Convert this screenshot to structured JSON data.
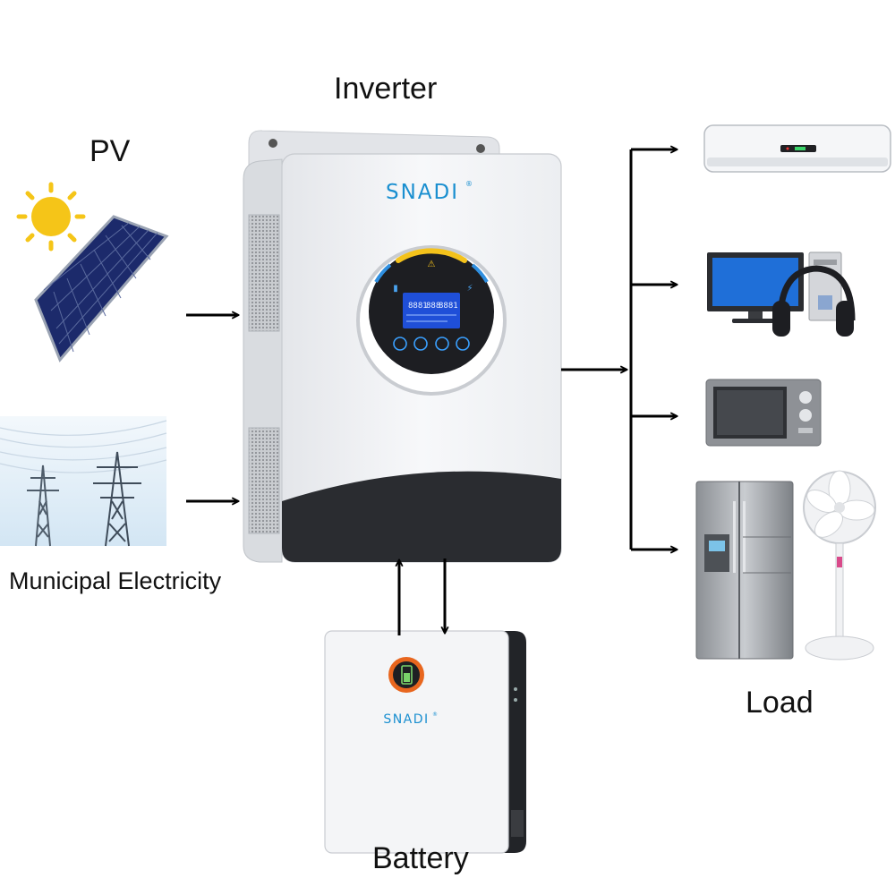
{
  "labels": {
    "inverter": "Inverter",
    "pv": "PV",
    "municipal": "Municipal Electricity",
    "load": "Load",
    "battery": "Battery"
  },
  "brand": {
    "inverter_logo": "SNADI",
    "battery_logo": "SNADI",
    "registered_mark": "®"
  },
  "inverter_display": {
    "digits_left": "8881",
    "digits_mid": "888",
    "digits_right": "8881"
  },
  "loads": [
    "air-conditioner",
    "desktop-computer-with-headphones",
    "microwave-oven",
    "refrigerator",
    "standing-fan"
  ],
  "colors": {
    "arrow": "#000000",
    "brand_blue": "#1a8fd0",
    "lcd_blue": "#1f4fd8",
    "ring_yellow": "#f4c21b",
    "battery_orange": "#e8661e",
    "solar_sun": "#f5c518",
    "solar_panel": "#1c2a6b"
  }
}
